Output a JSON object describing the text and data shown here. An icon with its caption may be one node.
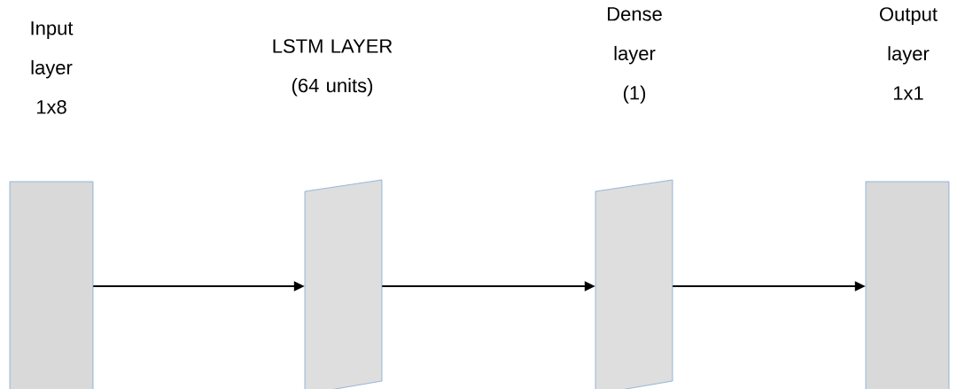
{
  "diagram": {
    "nodes": [
      {
        "text": [
          "Input layer 1x8"
        ]
      },
      {
        "text": [
          "LSTM LAYER (64 units)"
        ]
      },
      {
        "text": [
          "Dense layer (1)"
        ]
      },
      {
        "text": [
          "Output layer 1x1"
        ]
      }
    ],
    "edges": [
      {
        "from": 0,
        "to": 1,
        "arrow": "to"
      },
      {
        "from": 1,
        "to": 2,
        "arrow": "to"
      },
      {
        "from": 2,
        "to": 3,
        "arrow": "to"
      }
    ]
  }
}
